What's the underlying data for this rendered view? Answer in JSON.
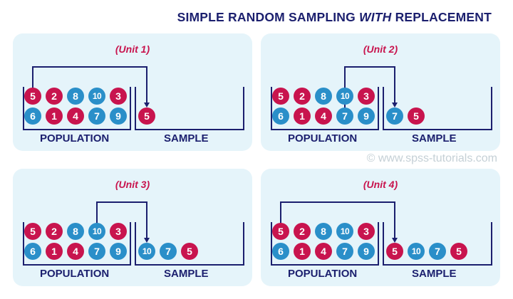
{
  "title": {
    "prefix": "SIMPLE RANDOM SAMPLING ",
    "emph": "WITH",
    "suffix": " REPLACEMENT"
  },
  "watermark": "© www.spss-tutorials.com",
  "labels": {
    "population": "POPULATION",
    "sample": "SAMPLE"
  },
  "colors": {
    "red": "#c8144e",
    "blue": "#2a8fc9",
    "navy": "#1b1f6e",
    "panel": "#e5f4fa"
  },
  "population": {
    "row1": [
      {
        "n": "5",
        "c": "red"
      },
      {
        "n": "2",
        "c": "red"
      },
      {
        "n": "8",
        "c": "blue"
      },
      {
        "n": "10",
        "c": "blue"
      },
      {
        "n": "3",
        "c": "red"
      }
    ],
    "row2": [
      {
        "n": "6",
        "c": "blue"
      },
      {
        "n": "1",
        "c": "red"
      },
      {
        "n": "4",
        "c": "red"
      },
      {
        "n": "7",
        "c": "blue"
      },
      {
        "n": "9",
        "c": "blue"
      }
    ]
  },
  "panels": [
    {
      "unit": "(Unit 1)",
      "picked": {
        "row": 1,
        "col": 0
      },
      "sample": [
        {
          "n": "5",
          "c": "red"
        }
      ]
    },
    {
      "unit": "(Unit 2)",
      "picked": {
        "row": 2,
        "col": 3
      },
      "sample": [
        {
          "n": "7",
          "c": "blue"
        },
        {
          "n": "5",
          "c": "red"
        }
      ]
    },
    {
      "unit": "(Unit 3)",
      "picked": {
        "row": 1,
        "col": 3
      },
      "sample": [
        {
          "n": "10",
          "c": "blue"
        },
        {
          "n": "7",
          "c": "blue"
        },
        {
          "n": "5",
          "c": "red"
        }
      ]
    },
    {
      "unit": "(Unit 4)",
      "picked": {
        "row": 1,
        "col": 0
      },
      "sample": [
        {
          "n": "5",
          "c": "red"
        },
        {
          "n": "10",
          "c": "blue"
        },
        {
          "n": "7",
          "c": "blue"
        },
        {
          "n": "5",
          "c": "red"
        }
      ]
    }
  ]
}
